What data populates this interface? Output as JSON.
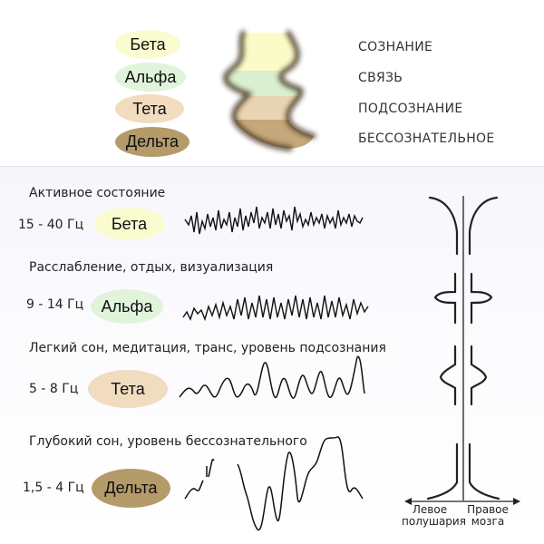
{
  "legend": {
    "pills": [
      "Бета",
      "Альфа",
      "Тета",
      "Дельта"
    ],
    "labels": [
      "СОЗНАНИЕ",
      "СВЯЗЬ",
      "ПОДСОЗНАНИЕ",
      "БЕССОЗНАТЕЛЬНОЕ"
    ]
  },
  "bands": [
    {
      "title": "Активное состояние",
      "freq": "15 - 40 Гц",
      "name": "Бета",
      "color": "#fbfbd0"
    },
    {
      "title": "Расслабление, отдых, визуализация",
      "freq": "9 - 14 Гц",
      "name": "Альфа",
      "color": "#dff4da"
    },
    {
      "title": "Легкий сон, медитация, транс, уровень подсознания",
      "freq": "5 - 8 Гц",
      "name": "Тета",
      "color": "#f1dcc0"
    },
    {
      "title": "Глубокий сон, уровень бессознательного",
      "freq": "1,5 - 4 Гц",
      "name": "Дельта",
      "color": "#b59a6a"
    }
  ],
  "hemispheres": {
    "left": "Левое\nполушария",
    "right": "Правое\nмозга"
  }
}
